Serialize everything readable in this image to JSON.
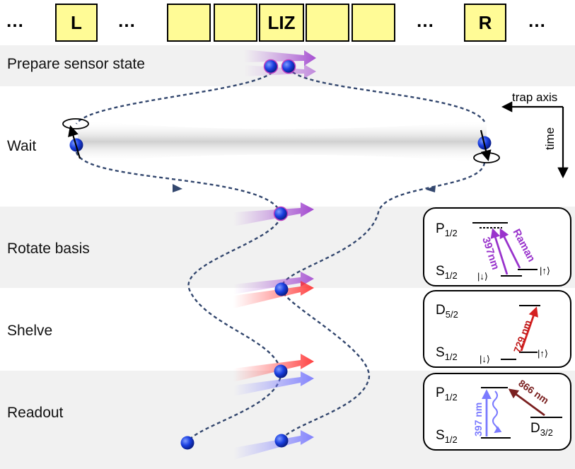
{
  "trap": {
    "ellipsis": "…",
    "zones": {
      "left": "L",
      "center": "LIZ",
      "right": "R"
    }
  },
  "rows": [
    {
      "key": "prepare",
      "label": "Prepare sensor state"
    },
    {
      "key": "wait",
      "label": "Wait"
    },
    {
      "key": "rotate",
      "label": "Rotate basis"
    },
    {
      "key": "shelve",
      "label": "Shelve"
    },
    {
      "key": "readout",
      "label": "Readout"
    }
  ],
  "axes": {
    "trap_axis": "trap axis",
    "time": "time"
  },
  "panels": {
    "rotate": {
      "upper_level": "P",
      "upper_sub": "1/2",
      "lower_level": "S",
      "lower_sub": "1/2",
      "state_down": "|↓⟩",
      "state_up": "|↑⟩",
      "beam_1": "397nm",
      "beam_2": "Raman"
    },
    "shelve": {
      "upper_level": "D",
      "upper_sub": "5/2",
      "lower_level": "S",
      "lower_sub": "1/2",
      "state_down": "|↓⟩",
      "state_up": "|↑⟩",
      "beam": "729 nm"
    },
    "readout": {
      "upper_level": "P",
      "upper_sub": "1/2",
      "lower_level": "S",
      "lower_sub": "1/2",
      "side_level": "D",
      "side_sub": "3/2",
      "beam_1": "397 nm",
      "beam_2": "866 nm"
    }
  },
  "colors": {
    "zone_fill": "#fffb96",
    "ion": "#1a3fe0",
    "path": "#33476e",
    "raman": "#9933cc",
    "shelve_laser": "#d42020",
    "readout_397": "#7a7aff",
    "repump_866": "#7a2020",
    "band": "#f1f1f1"
  },
  "icons": [
    "ion-icon",
    "spin-arrow-icon",
    "laser-beam-icon"
  ]
}
